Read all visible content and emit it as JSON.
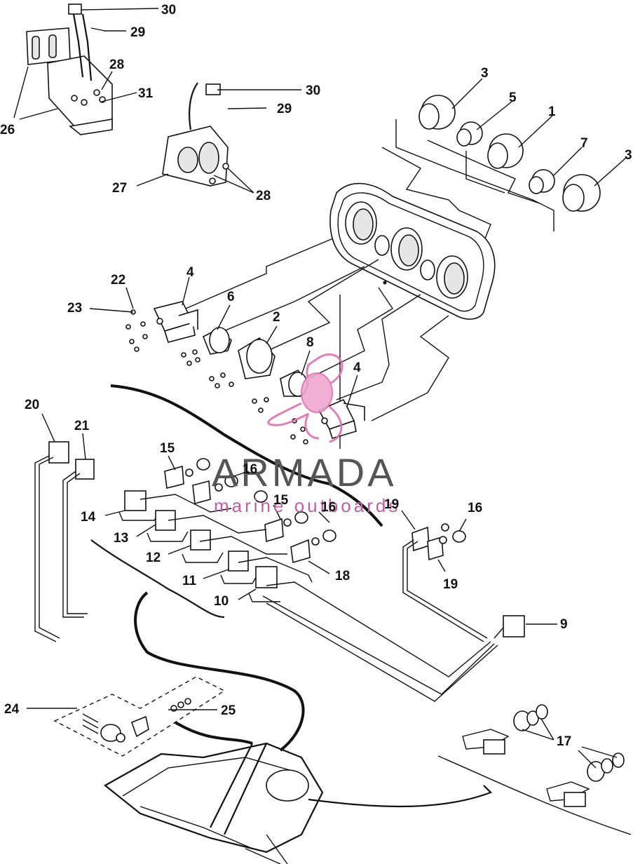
{
  "callouts": [
    "1",
    "2",
    "3",
    "4",
    "5",
    "6",
    "7",
    "8",
    "9",
    "10",
    "11",
    "12",
    "13",
    "14",
    "15",
    "16",
    "17",
    "18",
    "19",
    "20",
    "21",
    "22",
    "23",
    "24",
    "25",
    "26",
    "27",
    "28",
    "29",
    "30",
    "31"
  ],
  "watermark": {
    "brand": "ARMADA",
    "tagline": "marine outboards",
    "logo_color": "#e070b0"
  }
}
